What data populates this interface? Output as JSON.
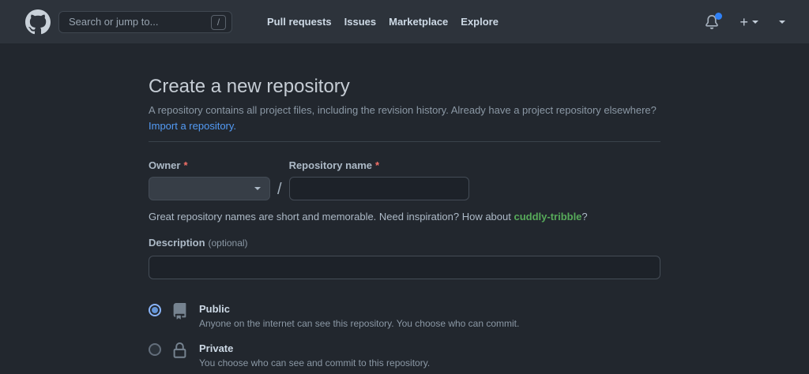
{
  "header": {
    "search": {
      "placeholder": "Search or jump to...",
      "shortcut_key": "/"
    },
    "nav": [
      "Pull requests",
      "Issues",
      "Marketplace",
      "Explore"
    ],
    "icons": {
      "logo": "github-octocat-logo",
      "bell": "notification-bell-icon",
      "plus_glyph": "+",
      "caret": "chevron-down-icon"
    },
    "notification_dot_color": "#2f81f7"
  },
  "page": {
    "title": "Create a new repository",
    "subtitle": "A repository contains all project files, including the revision history. Already have a project repository elsewhere?",
    "import_link": "Import a repository.",
    "form": {
      "owner_label": "Owner",
      "repo_name_label": "Repository name",
      "required_mark": "*",
      "owner_repo_separator": "/",
      "helper_prefix": "Great repository names are short and memorable. Need inspiration? How about ",
      "helper_suggestion": "cuddly-tribble",
      "helper_suffix": "?",
      "description_label": "Description",
      "description_optional": "(optional)",
      "visibility_options": [
        {
          "label": "Public",
          "description": "Anyone on the internet can see this repository. You choose who can commit.",
          "selected": true,
          "icon": "repo-icon"
        },
        {
          "label": "Private",
          "description": "You choose who can see and commit to this repository.",
          "selected": false,
          "icon": "lock-icon"
        }
      ]
    }
  },
  "colors": {
    "header_bg": "#2d333b",
    "page_bg": "#22272e",
    "link_blue": "#539bf5",
    "suggestion_green": "#57ab5a",
    "required_red": "#f47067",
    "notification_blue": "#2f81f7"
  }
}
